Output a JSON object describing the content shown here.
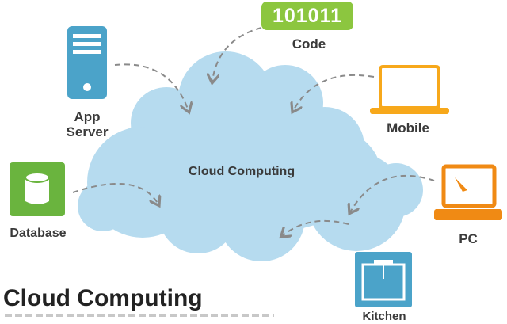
{
  "diagram": {
    "center_label": "Cloud Computing",
    "title": "Cloud Computing",
    "nodes": {
      "code": {
        "label": "Code",
        "badge": "101011",
        "icon": "binary-code-badge",
        "color": "#8cc63f"
      },
      "app_server": {
        "label": "App\nServer",
        "icon": "server-icon",
        "color": "#4ba3c9"
      },
      "mobile": {
        "label": "Mobile",
        "icon": "laptop-icon",
        "color": "#f7a81b"
      },
      "database": {
        "label": "Database",
        "icon": "database-icon",
        "color": "#6ab43e"
      },
      "pc": {
        "label": "PC",
        "icon": "monitor-icon",
        "color": "#f08a14"
      },
      "kitchen": {
        "label": "Kitchen",
        "icon": "kitchen-icon",
        "color": "#4ba3c9"
      }
    },
    "colors": {
      "cloud": "#b6dbef",
      "arrow": "#8a8a8a"
    }
  }
}
